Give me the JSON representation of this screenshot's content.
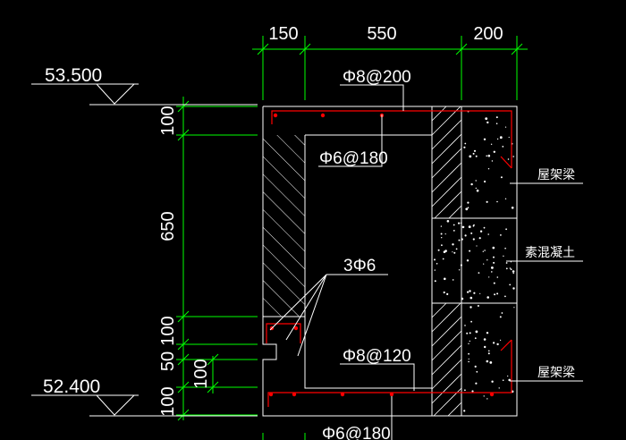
{
  "dimensions": {
    "top": [
      "150",
      "550",
      "200"
    ],
    "left": [
      "100",
      "650",
      "100",
      "50",
      "100",
      "100"
    ],
    "inner": "100"
  },
  "levels": [
    "53.500",
    "52.400"
  ],
  "rebar_labels": {
    "top_bar": "Φ8@200",
    "upper_stirrup": "Φ6@180",
    "corner_bars": "3Φ6",
    "bottom_bar": "Φ8@120",
    "lower_stirrup": "Φ6@180"
  },
  "notes": {
    "roof_beam_upper": "屋架梁",
    "plain_concrete": "素混凝土",
    "roof_beam_lower": "屋架梁"
  },
  "colors": {
    "background": "#000000",
    "outline": "#ffffff",
    "dimension": "#00ff00",
    "rebar": "#ff0000"
  }
}
